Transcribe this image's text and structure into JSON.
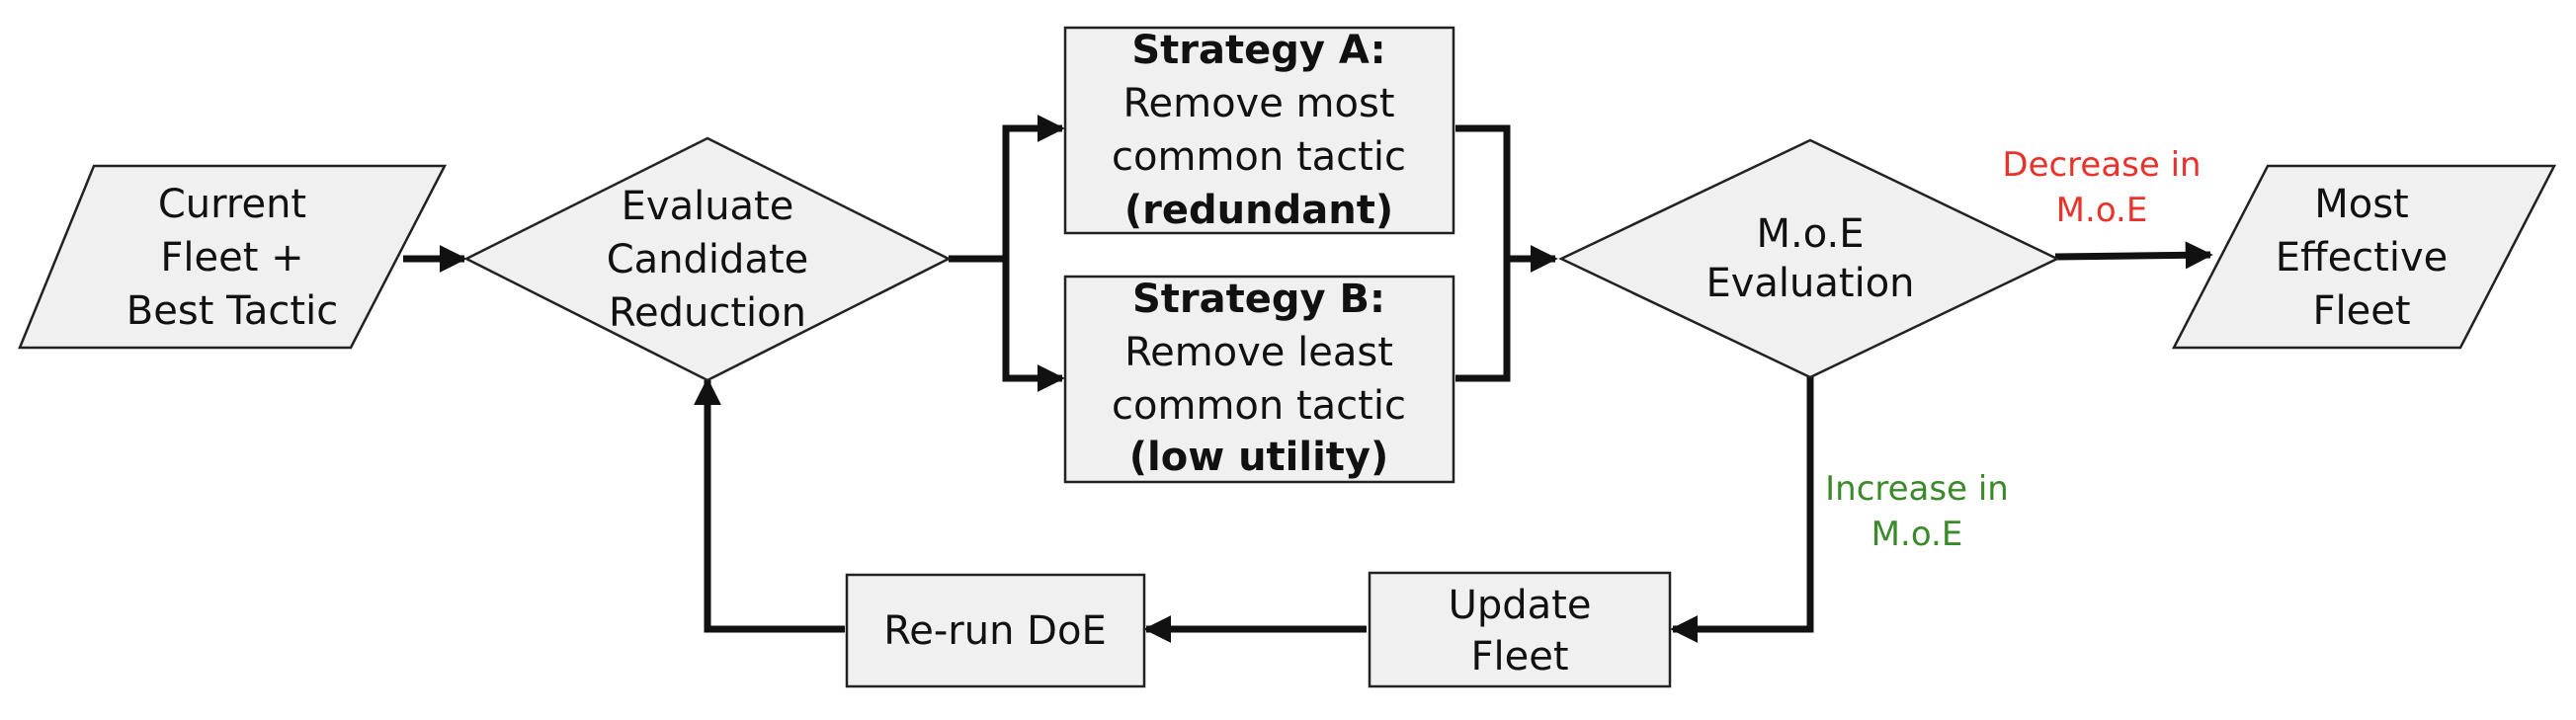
{
  "nodes": {
    "current_fleet": {
      "lines": [
        "Current",
        "Fleet +",
        "Best Tactic"
      ]
    },
    "evaluate": {
      "lines": [
        "Evaluate",
        "Candidate",
        "Reduction"
      ]
    },
    "strategy_a": {
      "title": "Strategy A:",
      "line1": "Remove most",
      "line2": "common tactic",
      "note": "(redundant)"
    },
    "strategy_b": {
      "title": "Strategy B:",
      "line1": "Remove least",
      "line2": "common tactic",
      "note": "(low utility)"
    },
    "moe_eval": {
      "lines": [
        "M.o.E",
        "Evaluation"
      ]
    },
    "most_effective": {
      "lines": [
        "Most",
        "Effective",
        "Fleet"
      ]
    },
    "update_fleet": {
      "lines": [
        "Update",
        "Fleet"
      ]
    },
    "rerun_doe": {
      "label": "Re-run DoE"
    }
  },
  "edge_labels": {
    "decrease": {
      "lines": [
        "Decrease in",
        "M.o.E"
      ],
      "color": "#e8322a"
    },
    "increase": {
      "lines": [
        "Increase in",
        "M.o.E"
      ],
      "color": "#3a8a2a"
    }
  }
}
